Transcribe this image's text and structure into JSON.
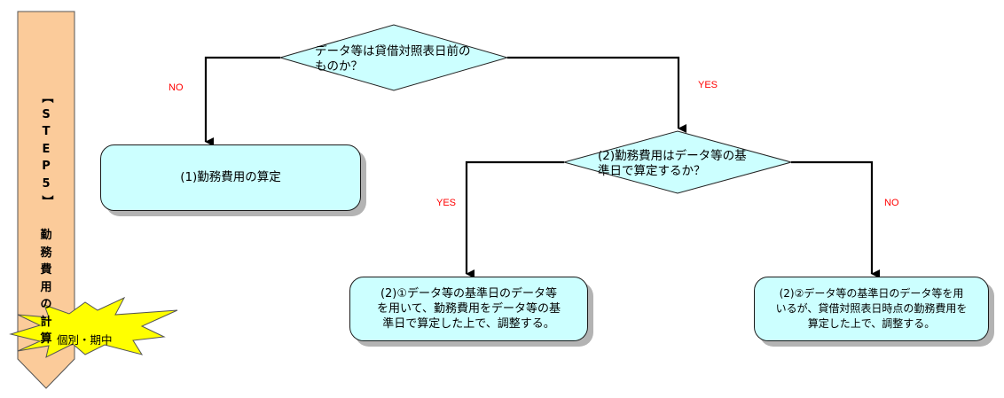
{
  "step": {
    "label_chars": [
      "【",
      "S",
      "T",
      "E",
      "P",
      "5",
      "】",
      "",
      "勤",
      "務",
      "費",
      "用",
      "の",
      "計",
      "算"
    ],
    "fill_color": "#FBCB9A"
  },
  "burst": {
    "text": "個別・期中",
    "fill_color": "#FFFF00"
  },
  "decision1": {
    "text_line1": "データ等は貸借対照表日前の",
    "text_line2": "ものか？"
  },
  "decision2": {
    "text_line1": "(2)勤務費用はデータ等の基",
    "text_line2": "準日で算定するか？"
  },
  "box1": {
    "text": "(1)勤務費用の算定"
  },
  "box2_1": {
    "lines": [
      "(2)①データ等の基準日のデータ等",
      "を用いて、勤務費用をデータ等の基",
      "準日で算定した上で、調整する。"
    ]
  },
  "box2_2": {
    "lines": [
      "(2)②データ等の基準日のデータ等を用",
      "いるが、貸借対照表日時点の勤務費用を",
      "算定した上で、調整する。"
    ]
  },
  "labels": {
    "no1": "NO",
    "yes1": "YES",
    "yes2": "YES",
    "no2": "NO"
  },
  "colors": {
    "shape_fill": "#CCFFFF",
    "label_red": "#FF0000"
  }
}
